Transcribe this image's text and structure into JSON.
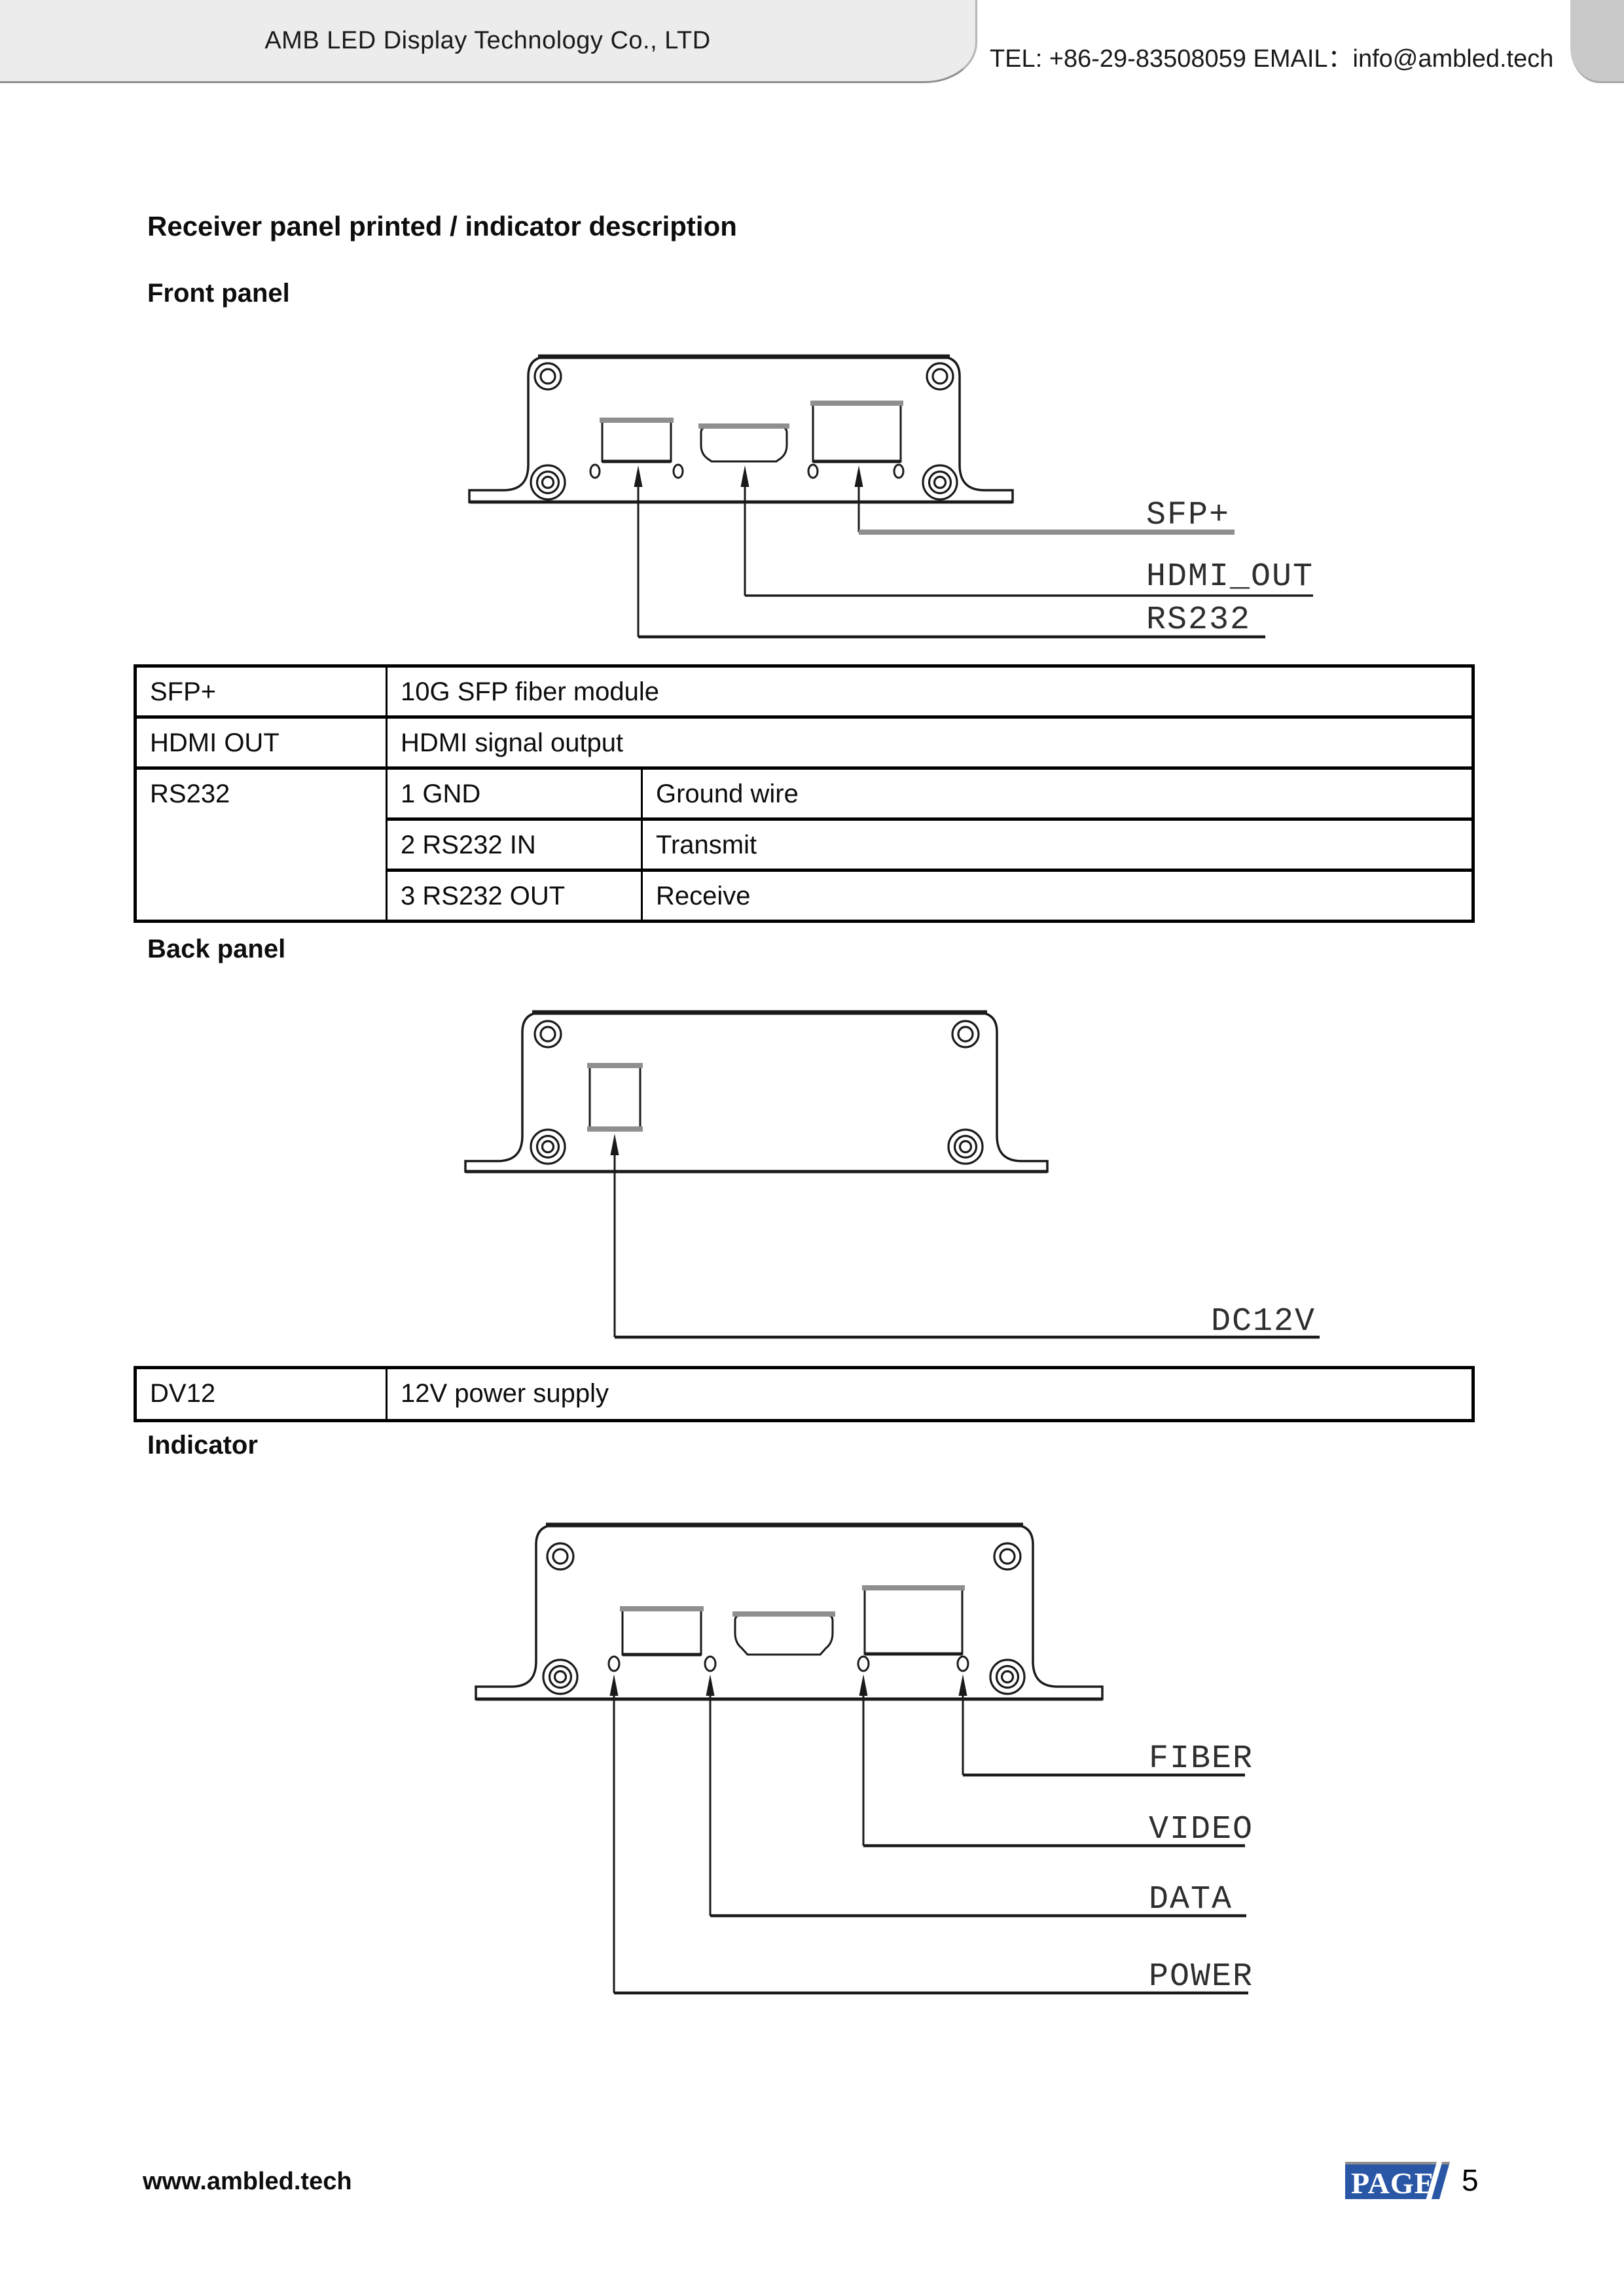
{
  "header": {
    "company": "AMB LED Display Technology Co., LTD",
    "contact": "TEL: +86-29-83508059  EMAIL：info@ambled.tech"
  },
  "headings": {
    "title": "Receiver panel printed / indicator description",
    "front": "Front panel",
    "back": "Back panel",
    "indicator": "Indicator"
  },
  "diagrams": {
    "front": {
      "sfp": "SFP+",
      "hdmi_out": "HDMI_OUT",
      "rs232": "RS232"
    },
    "back": {
      "dc12v": "DC12V"
    },
    "indicator": {
      "fiber": "FIBER",
      "video": "VIDEO",
      "data": "DATA",
      "power": "POWER"
    }
  },
  "front_table": {
    "rows": [
      {
        "c0": "SFP+",
        "c1": "10G SFP fiber module"
      },
      {
        "c0": "HDMI OUT",
        "c1": "HDMI signal output"
      },
      {
        "c0": "RS232",
        "c1": "1 GND",
        "c2": "Ground wire"
      },
      {
        "c1": "2 RS232 IN",
        "c2": "Transmit"
      },
      {
        "c1": "3 RS232 OUT",
        "c2": "Receive"
      }
    ]
  },
  "back_table": {
    "rows": [
      {
        "c0": "DV12",
        "c1": "12V power supply"
      }
    ]
  },
  "footer": {
    "url": "www.ambled.tech",
    "page_label": "PAGE",
    "page_number": "5"
  },
  "colors": {
    "badge_blue": "#2a57a5",
    "header_gray": "#ececec",
    "tab_gray": "#c9c9c9",
    "diagram_gray": "#8f8f8f"
  }
}
